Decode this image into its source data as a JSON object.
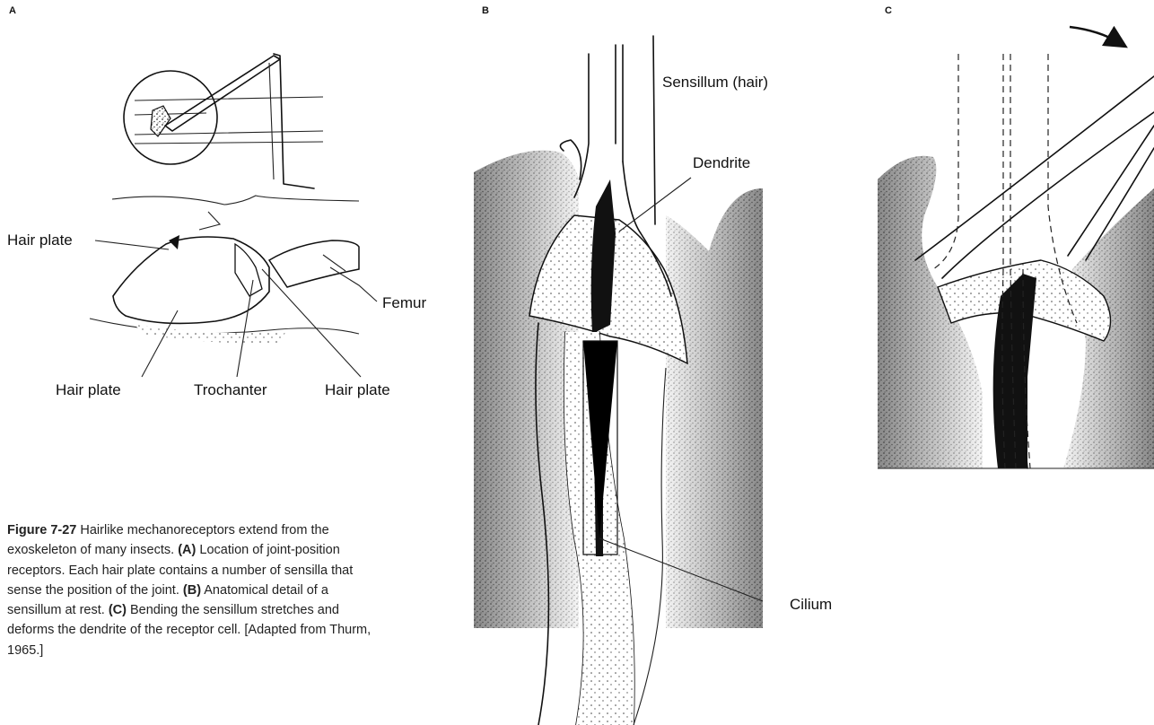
{
  "panels": {
    "a": {
      "letter": "A"
    },
    "b": {
      "letter": "B"
    },
    "c": {
      "letter": "C"
    }
  },
  "labels": {
    "hair_plate_top": "Hair plate",
    "femur": "Femur",
    "hair_plate_bottom_left": "Hair plate",
    "trochanter": "Trochanter",
    "hair_plate_bottom_right": "Hair plate",
    "sensillum": "Sensillum (hair)",
    "dendrite": "Dendrite",
    "cilium": "Cilium"
  },
  "caption": {
    "figure_number": "Figure 7-27",
    "intro": "Hairlike mechanoreceptors extend from the exoskeleton of many insects.",
    "a_tag": "(A)",
    "a_text": "Location of joint-position receptors. Each hair plate contains a number of sensilla that sense the position of the joint.",
    "b_tag": "(B)",
    "b_text": "Anatomical detail of a sensillum at rest.",
    "c_tag": "(C)",
    "c_text": "Bending the sensillum stretches and deforms the dendrite of the receptor cell.",
    "source": "[Adapted from Thurm, 1965.]"
  }
}
